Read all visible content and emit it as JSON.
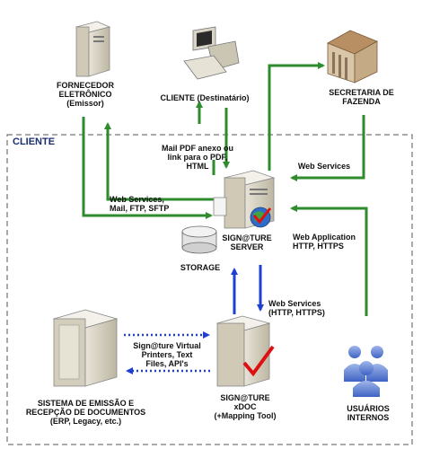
{
  "boundary_label": "CLIENTE",
  "nodes": {
    "fornecedor": "FORNECEDOR\nELETRÔNICO\n(Emissor)",
    "cliente": "CLIENTE (Destinatário)",
    "secretaria": "SECRETARIA DE\nFAZENDA",
    "server": "SIGN@TURE\nSERVER",
    "storage": "STORAGE",
    "xdoc": "SIGN@TURE\nxDOC\n(+Mapping Tool)",
    "sistema": "SISTEMA DE EMISSÃO E\nRECEPÇÃO DE DOCUMENTOS\n(ERP, Legacy, etc.)",
    "usuarios": "USUÁRIOS\nINTERNOS"
  },
  "edges": {
    "mail_pdf": "Mail PDF anexo ou\nlink para o PDF,\nHTML",
    "web_services_ftp": "Web Services,\nMail, FTP, SFTP",
    "web_services_sefaz": "Web Services",
    "web_application": "Web Application\nHTTP, HTTPS",
    "web_services_http": "Web Services\n(HTTP, HTTPS)",
    "virtual_printers": "Sign@ture Virtual\nPrinters, Text\nFiles, API's"
  },
  "colors": {
    "green_arrow": "#2e8b2e",
    "blue_arrow": "#1e3fd0",
    "boundary": "#555555",
    "label_blue": "#1a2e6e"
  }
}
